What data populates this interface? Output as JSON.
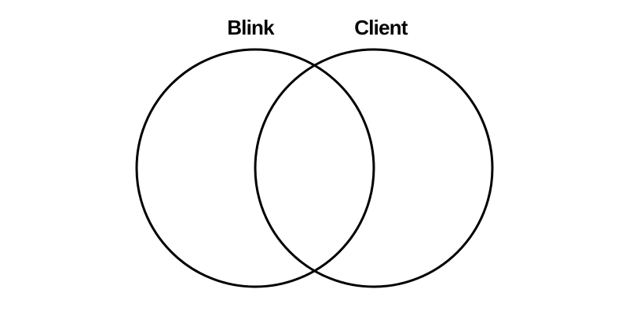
{
  "diagram": {
    "type": "venn",
    "sets": [
      {
        "label": "Blink"
      },
      {
        "label": "Client"
      }
    ],
    "colors": {
      "stroke": "#000000",
      "background": "#ffffff"
    }
  }
}
